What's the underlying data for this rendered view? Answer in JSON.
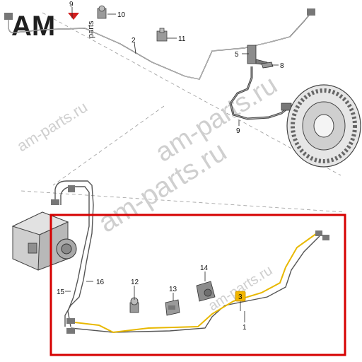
{
  "brand": {
    "logo_text": "AM",
    "logo_sub": "parts",
    "colors": {
      "logo_dark": "#1f1f1f",
      "logo_accent": "#d21f1f",
      "highlight_box": "#d60000",
      "highlight_part": "#e8b800",
      "callout_badge": "#f2b600"
    }
  },
  "watermarks": {
    "top": "am-parts.ru",
    "middle": "am-parts.ru",
    "left": "am-parts.ru",
    "bottom": "am-parts.ru"
  },
  "callouts": {
    "c1": "1",
    "c2": "2",
    "c3": "3",
    "c5": "5",
    "c8": "8",
    "c9_top": "9",
    "c9_hose": "9",
    "c10": "10",
    "c11": "11",
    "c12": "12",
    "c13": "13",
    "c14": "14",
    "c15": "15",
    "c16": "16"
  },
  "highlighted_part": "3"
}
